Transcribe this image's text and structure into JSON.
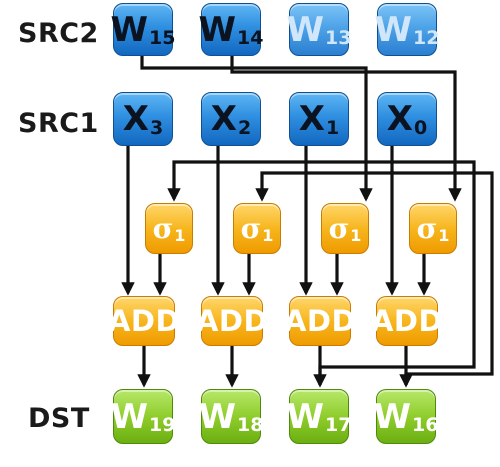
{
  "labels": {
    "src2": "SRC2",
    "src1": "SRC1",
    "dst": "DST"
  },
  "src2": [
    {
      "main": "W",
      "sub": "15"
    },
    {
      "main": "W",
      "sub": "14"
    },
    {
      "main": "W",
      "sub": "13"
    },
    {
      "main": "W",
      "sub": "12"
    }
  ],
  "src1": [
    {
      "main": "X",
      "sub": "3"
    },
    {
      "main": "X",
      "sub": "2"
    },
    {
      "main": "X",
      "sub": "1"
    },
    {
      "main": "X",
      "sub": "0"
    }
  ],
  "sigma": [
    {
      "main": "σ",
      "sub": "1"
    },
    {
      "main": "σ",
      "sub": "1"
    },
    {
      "main": "σ",
      "sub": "1"
    },
    {
      "main": "σ",
      "sub": "1"
    }
  ],
  "add": [
    "ADD",
    "ADD",
    "ADD",
    "ADD"
  ],
  "dst": [
    {
      "main": "W",
      "sub": "19"
    },
    {
      "main": "W",
      "sub": "18"
    },
    {
      "main": "W",
      "sub": "17"
    },
    {
      "main": "W",
      "sub": "16"
    }
  ],
  "colors": {
    "src": "#2f8fe0",
    "src_dim": "#4ea3e8",
    "op": "#f7b61e",
    "dst": "#8fcd2c",
    "wire": "#111111"
  }
}
